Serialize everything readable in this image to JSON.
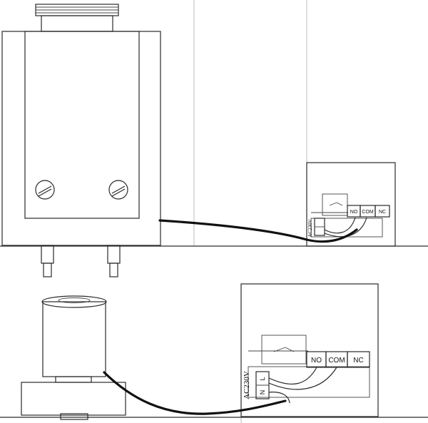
{
  "top_relay": {
    "terminals": [
      "NO",
      "COM",
      "NC"
    ],
    "voltage": "AC230V"
  },
  "bottom_relay": {
    "terminals": [
      "NO",
      "COM",
      "NC"
    ],
    "voltage": "AC230V",
    "supply_terminals": [
      "N",
      "L"
    ]
  }
}
